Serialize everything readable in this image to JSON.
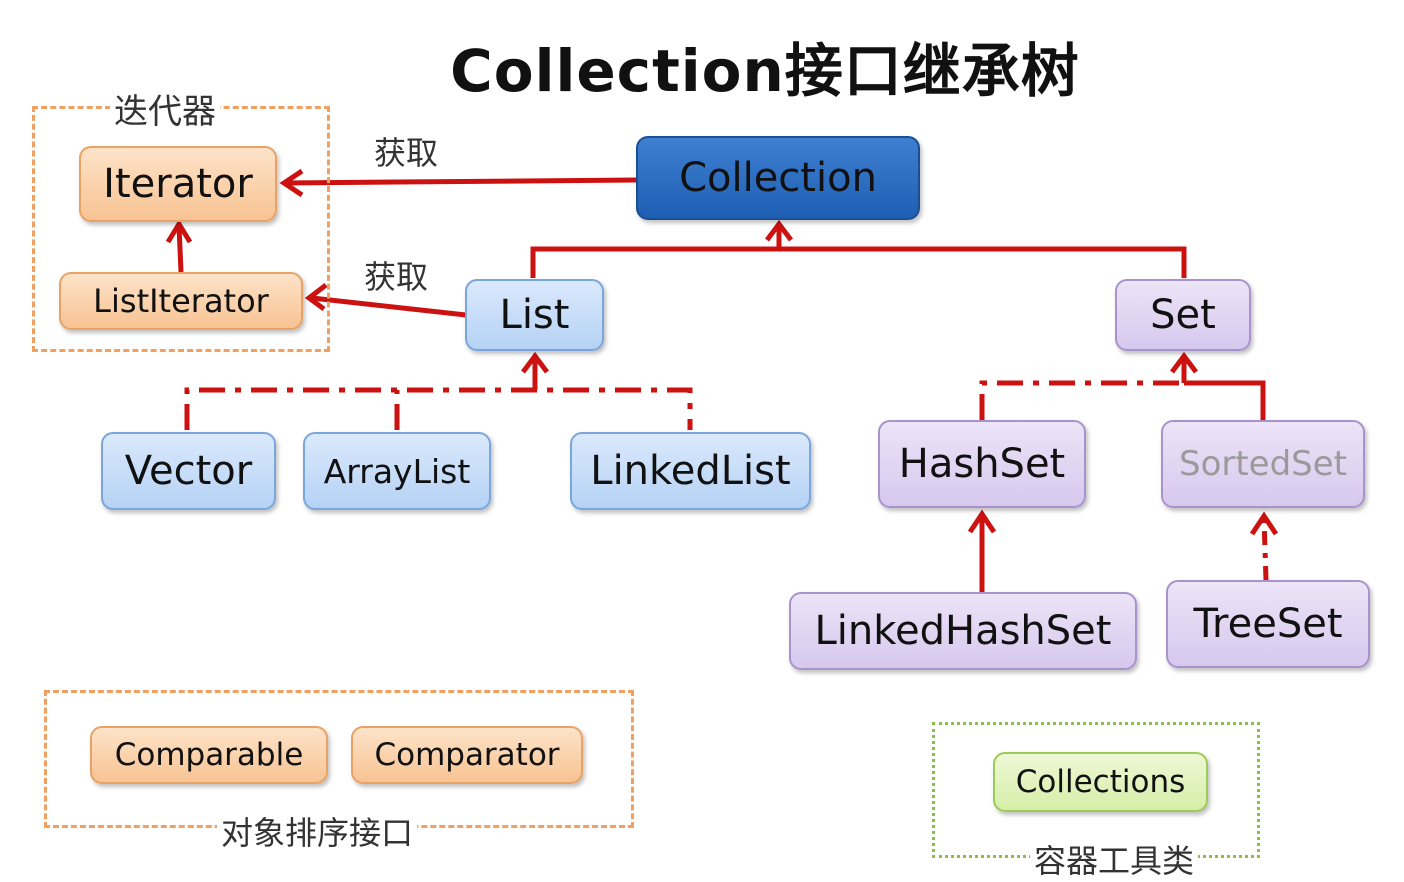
{
  "title": "Collection接口继承树",
  "colors": {
    "connector": "#cc1111",
    "collection_fill": "#2a6cc2",
    "list_fill": "#c6ddf8",
    "set_fill": "#e0d4f2",
    "iterator_fill": "#f9d0a8",
    "collections_fill": "#e0f2bd",
    "frame_orange": "#f0a060",
    "frame_green": "#88c04a"
  },
  "nodes": {
    "collection": "Collection",
    "list": "List",
    "set": "Set",
    "iterator": "Iterator",
    "list_iterator": "ListIterator",
    "vector": "Vector",
    "array_list": "ArrayList",
    "linked_list": "LinkedList",
    "hash_set": "HashSet",
    "sorted_set": "SortedSet",
    "linked_hash_set": "LinkedHashSet",
    "tree_set": "TreeSet",
    "comparable": "Comparable",
    "comparator": "Comparator",
    "collections": "Collections"
  },
  "groups": {
    "iterator_group": "迭代器",
    "sorting_group": "对象排序接口",
    "utility_group": "容器工具类"
  },
  "edge_labels": {
    "collection_to_iterator": "获取",
    "list_to_list_iterator": "获取"
  }
}
